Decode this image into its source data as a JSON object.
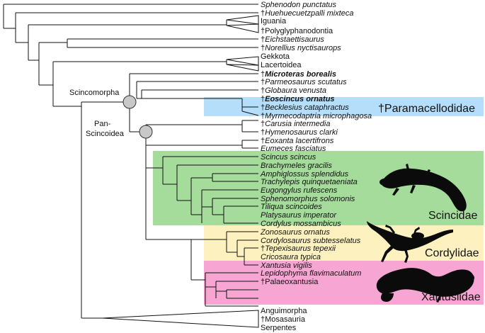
{
  "colors": {
    "paramacellodidae": "#b5defa",
    "scincidae": "#a5dc9b",
    "cordylidae": "#fdf2bf",
    "xantusiidae": "#f7a6d4",
    "node_circle": "#c8c8c8"
  },
  "taxa": [
    {
      "dagger": "",
      "name": "Sphenodon punctatus",
      "italic": true,
      "bold": false
    },
    {
      "dagger": "†",
      "name": "Huehuecuetzpalli mixteca",
      "italic": true,
      "bold": false
    },
    {
      "dagger": "",
      "name": "Iguania",
      "italic": false,
      "bold": false
    },
    {
      "dagger": "†",
      "name": "Polyglyphanodontia",
      "italic": false,
      "bold": false
    },
    {
      "dagger": "†",
      "name": "Eichstaettisaurus",
      "italic": true,
      "bold": false
    },
    {
      "dagger": "†",
      "name": "Norellius nyctisaurops",
      "italic": true,
      "bold": false
    },
    {
      "dagger": "",
      "name": "Gekkota",
      "italic": false,
      "bold": false
    },
    {
      "dagger": "",
      "name": "Lacertoidea",
      "italic": false,
      "bold": false
    },
    {
      "dagger": "†",
      "name": "Microteras borealis",
      "italic": true,
      "bold": true
    },
    {
      "dagger": "†",
      "name": "Parmeosaurus scutatus",
      "italic": true,
      "bold": false
    },
    {
      "dagger": "†",
      "name": "Globaura venusta",
      "italic": true,
      "bold": false
    },
    {
      "dagger": "†",
      "name": "Eoscincus ornatus",
      "italic": true,
      "bold": true
    },
    {
      "dagger": "†",
      "name": "Becklesius cataphractus",
      "italic": true,
      "bold": false
    },
    {
      "dagger": "†",
      "name": "Myrmecodaptria microphagosa",
      "italic": true,
      "bold": false
    },
    {
      "dagger": "†",
      "name": "Carusia intermedia",
      "italic": true,
      "bold": false
    },
    {
      "dagger": "†",
      "name": "Hymenosaurus clarki",
      "italic": true,
      "bold": false
    },
    {
      "dagger": "†",
      "name": "Eoxanta lacertifrons",
      "italic": true,
      "bold": false
    },
    {
      "dagger": "",
      "name": "Eumeces fasciatus",
      "italic": true,
      "bold": false
    },
    {
      "dagger": "",
      "name": "Scincus scincus",
      "italic": true,
      "bold": false
    },
    {
      "dagger": "",
      "name": "Brachymeles gracilis",
      "italic": true,
      "bold": false
    },
    {
      "dagger": "",
      "name": "Amphiglossus splendidus",
      "italic": true,
      "bold": false
    },
    {
      "dagger": "",
      "name": "Trachylepis quinquetaeniata",
      "italic": true,
      "bold": false
    },
    {
      "dagger": "",
      "name": "Eugongylus rufescens",
      "italic": true,
      "bold": false
    },
    {
      "dagger": "",
      "name": "Sphenomorphus solomonis",
      "italic": true,
      "bold": false
    },
    {
      "dagger": "",
      "name": "Tiliqua scincoides",
      "italic": true,
      "bold": false
    },
    {
      "dagger": "",
      "name": "Platysaurus imperator",
      "italic": true,
      "bold": false
    },
    {
      "dagger": "",
      "name": "Cordylus mossambicus",
      "italic": true,
      "bold": false
    },
    {
      "dagger": "",
      "name": "Zonosaurus ornatus",
      "italic": true,
      "bold": false
    },
    {
      "dagger": "",
      "name": "Cordylosaurus subtesselatus",
      "italic": true,
      "bold": false
    },
    {
      "dagger": "†",
      "name": "Tepexisaurus tepexii",
      "italic": true,
      "bold": false
    },
    {
      "dagger": "",
      "name": "Cricosaura typica",
      "italic": true,
      "bold": false
    },
    {
      "dagger": "",
      "name": "Xantusia vigilis",
      "italic": true,
      "bold": false
    },
    {
      "dagger": "",
      "name": "Lepidophyma flavimaculatum",
      "italic": true,
      "bold": false
    },
    {
      "dagger": "†",
      "name": "Palaeoxantusia",
      "italic": false,
      "bold": false
    },
    {
      "dagger": "",
      "name": "Anguimorpha",
      "italic": false,
      "bold": false
    },
    {
      "dagger": "†",
      "name": "Mosasauria",
      "italic": false,
      "bold": false
    },
    {
      "dagger": "",
      "name": "Serpentes",
      "italic": false,
      "bold": false
    }
  ],
  "node_labels": {
    "scincomorpha": "Scincomorpha",
    "pan_line1": "Pan-",
    "pan_line2": "Scincoidea"
  },
  "clades": {
    "paramacellodidae": "†Paramacellodidae",
    "scincidae": "Scincidae",
    "cordylidae": "Cordylidae",
    "xantusiidae": "Xantusiidae"
  },
  "silhouettes": [
    "skink-silhouette",
    "girdled-lizard-silhouette",
    "night-lizard-silhouette"
  ]
}
